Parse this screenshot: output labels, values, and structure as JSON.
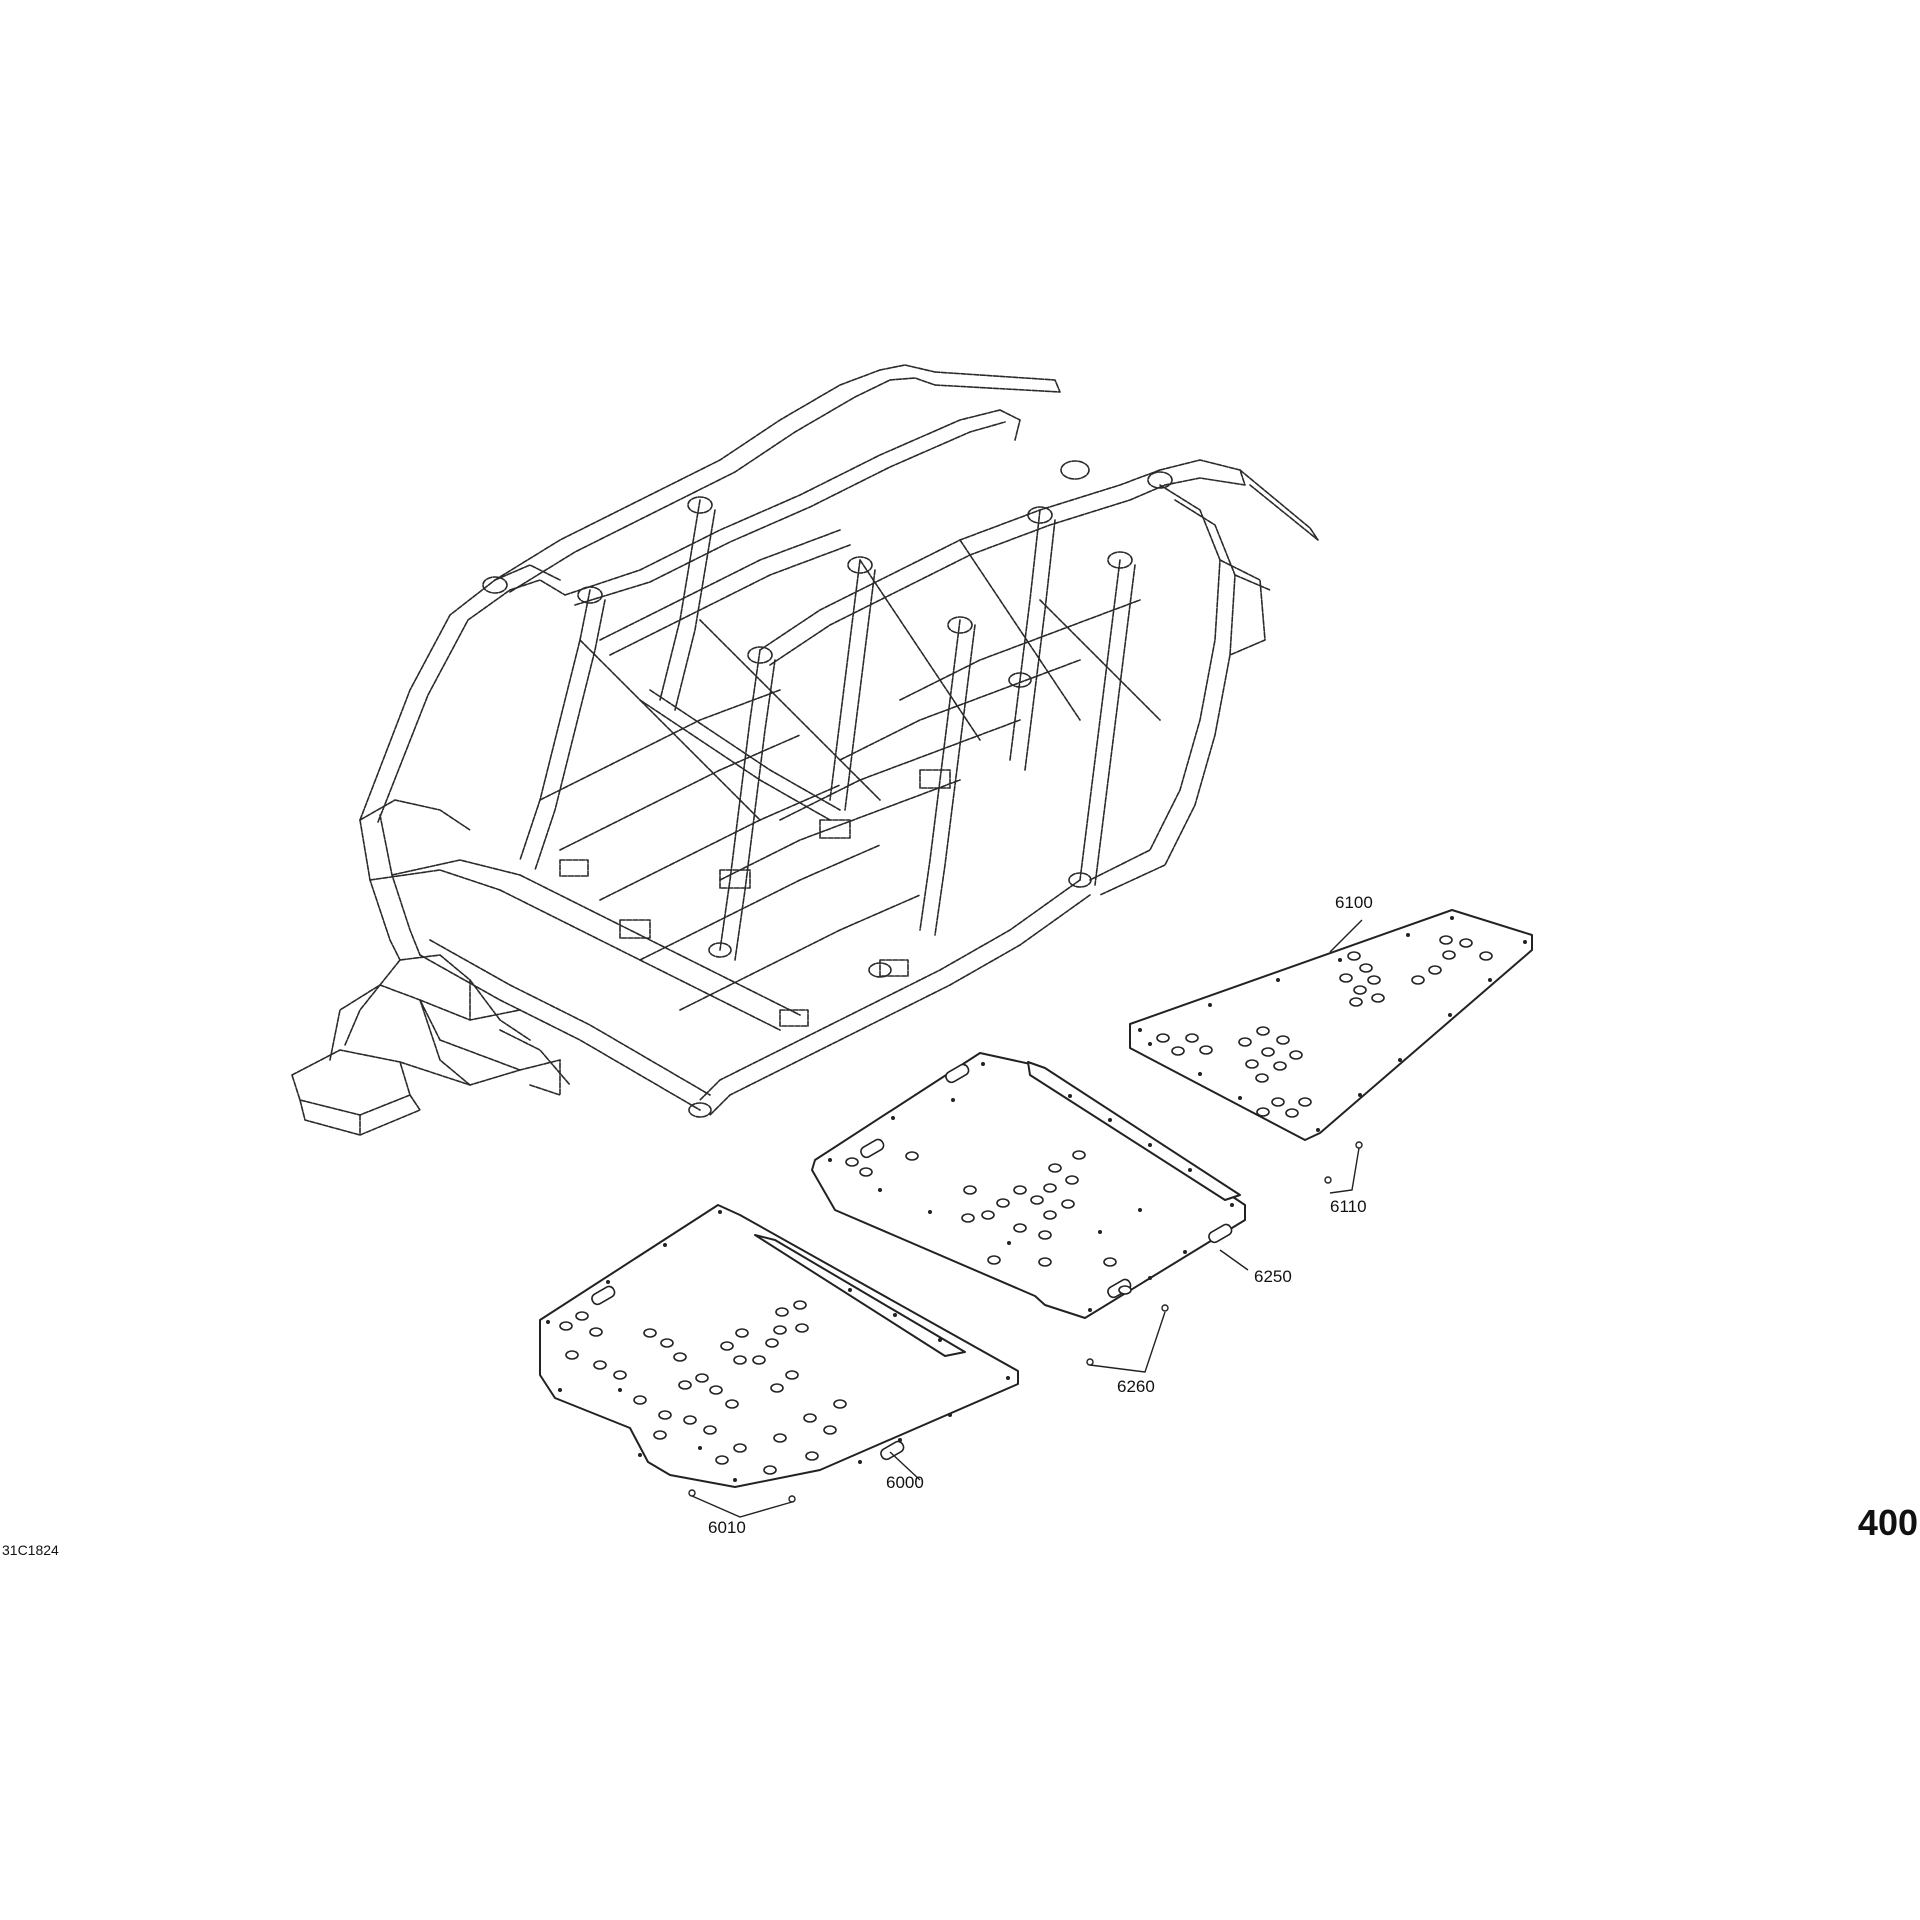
{
  "callouts": {
    "p6100": "6100",
    "p6110": "6110",
    "p6250": "6250",
    "p6260": "6260",
    "p6000": "6000",
    "p6010": "6010"
  },
  "figure_code": "31C1824",
  "page_number": "400"
}
